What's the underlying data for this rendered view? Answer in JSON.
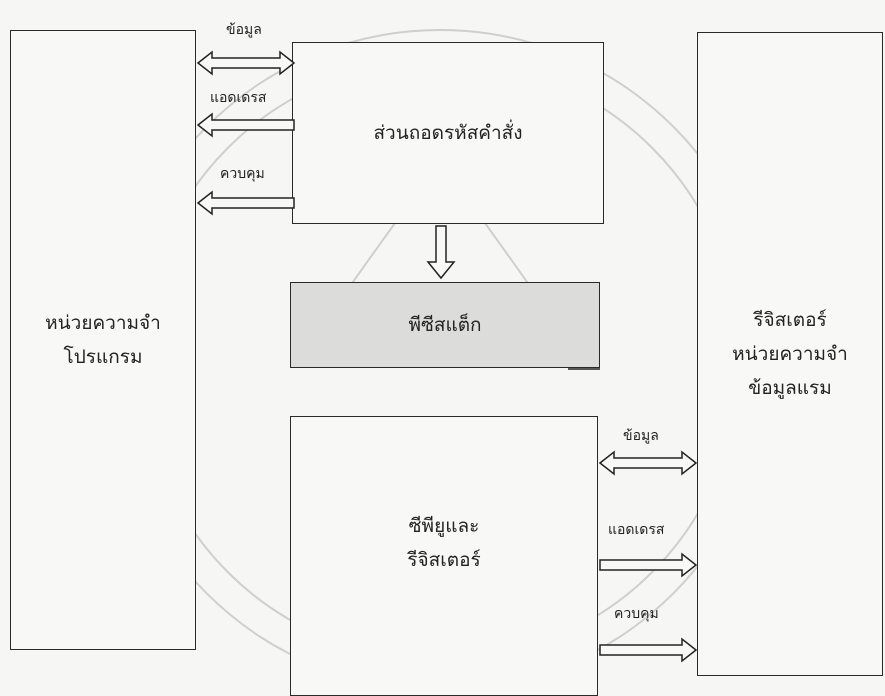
{
  "diagram": {
    "program_memory": {
      "line1": "หน่วยความจำ",
      "line2": "โปรแกรม"
    },
    "decoder": {
      "label": "ส่วนถอดรหัสคำสั่ง"
    },
    "pc_stack": {
      "label": "พีซีสแต็ก"
    },
    "cpu_registers": {
      "line1": "ซีพียูและ",
      "line2": "รีจิสเตอร์"
    },
    "register_ram": {
      "line1": "รีจิสเตอร์",
      "line2": "หน่วยความจำ",
      "line3": "ข้อมูลแรม"
    },
    "top_bus": {
      "data": "ข้อมูล",
      "address": "แอดเดรส",
      "control": "ควบคุม"
    },
    "bottom_bus": {
      "data": "ข้อมูล",
      "address": "แอดเดรส",
      "control": "ควบคุม"
    }
  }
}
